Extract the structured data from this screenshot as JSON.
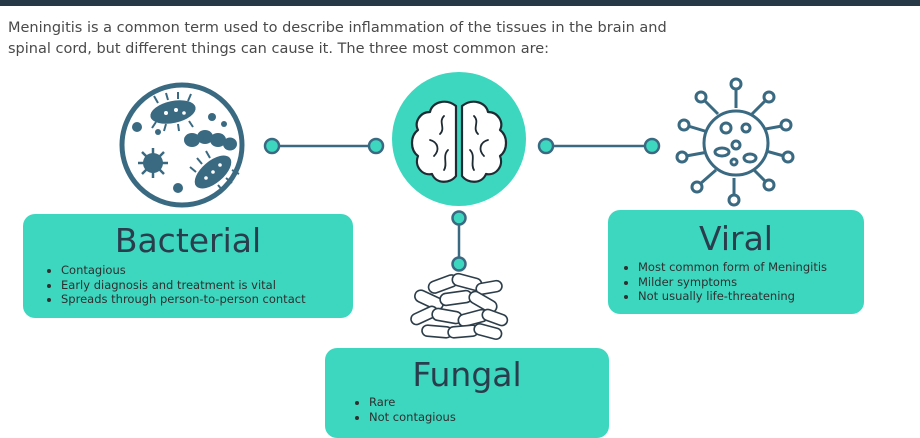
{
  "intro": {
    "line1": "Meningitis is a common term used to describe inflammation of the tissues in the brain and",
    "line2": "spinal cord, but different things can cause it. The three most common are:"
  },
  "cards": {
    "bacterial": {
      "title": "Bacterial",
      "bullets": [
        "Contagious",
        "Early diagnosis and treatment is vital",
        "Spreads through person-to-person contact"
      ]
    },
    "viral": {
      "title": "Viral",
      "bullets": [
        "Most common form of Meningitis",
        "Milder symptoms",
        "Not usually life-threatening"
      ]
    },
    "fungal": {
      "title": "Fungal",
      "bullets": [
        "Rare",
        "Not contagious"
      ]
    }
  },
  "colors": {
    "teal": "#3dd7c0",
    "dark_blue": "#3a6a82",
    "navy_text": "#2a3d4d",
    "top_bar": "#263746"
  },
  "icons": [
    "bacteria-dish-icon",
    "brain-icon",
    "virus-icon",
    "fungal-spores-icon"
  ]
}
